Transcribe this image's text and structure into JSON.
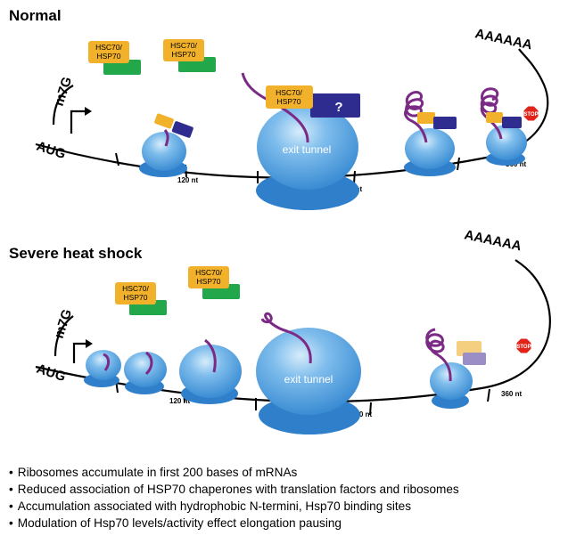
{
  "colors": {
    "ribosome_light": "#a8d4f2",
    "ribosome_mid": "#3a8fd6",
    "ribosome_dark": "#1f6fc0",
    "peptide": "#7b2a86",
    "hsc70": "#f2b12b",
    "green_factor": "#22a84a",
    "navy_factor": "#2e2c8e",
    "stop_red": "#e2231a"
  },
  "normal": {
    "title": "Normal",
    "cap": "m7G",
    "start": "AUG",
    "polyA": "AAAAAA",
    "hsc_label_line1": "HSC70/",
    "hsc_label_line2": "HSP70",
    "exit_tunnel": "exit tunnel",
    "question": "?",
    "stop": "STOP",
    "nt_120": "120 nt",
    "nt_240": "240 nt",
    "nt_360": "360 nt"
  },
  "heat": {
    "title": "Severe heat shock",
    "cap": "m7G",
    "start": "AUG",
    "polyA": "AAAAAA",
    "hsc_label_line1": "HSC70/",
    "hsc_label_line2": "HSP70",
    "exit_tunnel": "exit tunnel",
    "stop": "STOP",
    "nt_120": "120 nt",
    "nt_240": "240 nt",
    "nt_360": "360 nt"
  },
  "bullets": [
    "Ribosomes accumulate in first 200 bases of mRNAs",
    "Reduced association of HSP70 chaperones  with translation factors and ribosomes",
    "Accumulation associated with hydrophobic N-termini, Hsp70 binding sites",
    "Modulation of Hsp70 levels/activity effect elongation pausing"
  ]
}
